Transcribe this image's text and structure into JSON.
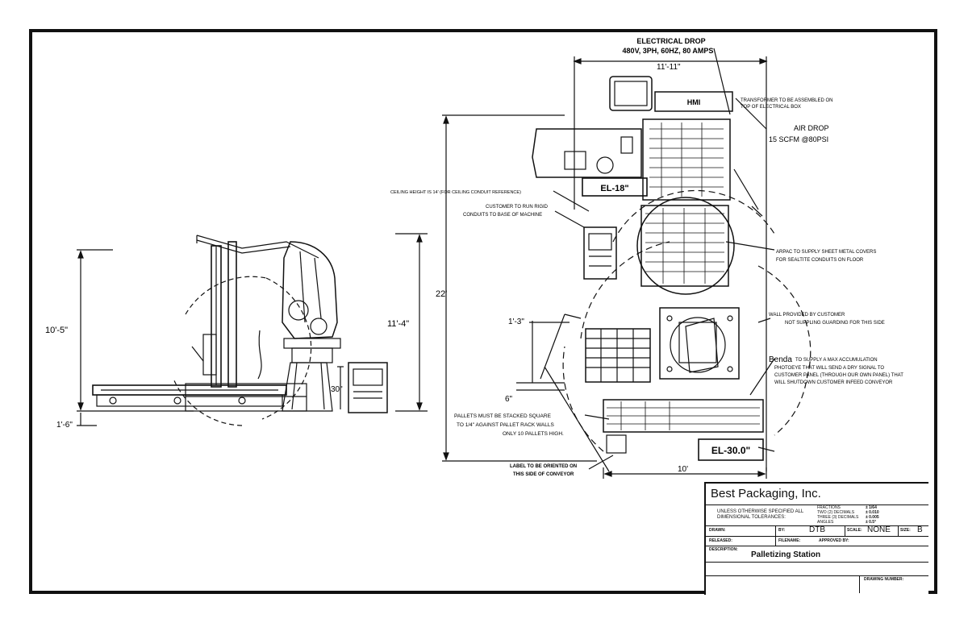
{
  "side_view": {
    "dim_height_left": "10'-5\"",
    "dim_height_right": "11'-4\"",
    "dim_base": "1'-6\"",
    "dim_conveyor": "30\""
  },
  "plan_view": {
    "electrical_drop_line1": "ELECTRICAL DROP",
    "electrical_drop_line2": "480V, 3PH, 60HZ, 80 AMPS",
    "dim_width_top": "11'-11\"",
    "hmi": "HMI",
    "transformer_note_line1": "TRANSFORMER TO BE ASSEMBLED ON",
    "transformer_note_line2": "TOP OF ELECTRICAL BOX",
    "air_drop_line1": "AIR DROP",
    "air_drop_line2": "15 SCFM @80PSI",
    "el_18": "EL-18\"",
    "ceiling_note": "CEILING HEIGHT IS 14' (FOR CEILING CONDUIT REFERENCE)",
    "customer_note_line1": "CUSTOMER TO RUN RIGID",
    "customer_note_line2": "CONDUITS TO BASE OF MACHINE",
    "dim_length": "22'",
    "arpac_note_line1": "ARPAC TO SUPPLY SHEET METAL COVERS",
    "arpac_note_line2": "FOR SEALTITE CONDUITS ON FLOOR",
    "dim_1_3": "1'-3\"",
    "wall_note_line1": "WALL PROVIDED BY CUSTOMER",
    "wall_note_line2": "NOT SUPPLING GUARDING FOR THIS SIDE",
    "benda_word": "Benda",
    "benda_line1": "TO SUPPLY A MAX ACCUMULATION",
    "benda_line2": "PHOTOEYE THAT WILL SEND A DRY SIGNAL TO",
    "benda_line3": "CUSTOMER PANEL (THROUGH OUR OWN PANEL) THAT",
    "benda_line4": "WILL SHUTDOWN CUSTOMER INFEED CONVEYOR",
    "dim_6": "6\"",
    "pallets_line1": "PALLETS MUST BE STACKED SQUARE",
    "pallets_line2": "TO 1/4\" AGAINST PALLET RACK WALLS",
    "pallets_line3": "ONLY 10 PALLETS HIGH.",
    "el_30": "EL-30.0\"",
    "dim_10": "10'",
    "label_note_line1": "LABEL TO BE ORIENTED ON",
    "label_note_line2": "THIS SIDE OF CONVEYOR"
  },
  "title_block": {
    "company": "Best Packaging, Inc.",
    "tolerance_label": "UNLESS OTHERWISE SPECIFIED ALL DIMENSIONAL TOLERANCES:",
    "tol_rows": [
      {
        "name": "FRACTIONS",
        "value": "± 1/64"
      },
      {
        "name": "TWO (2) DECIMALS",
        "value": "± 0.010"
      },
      {
        "name": "THREE (3) DECIMALS",
        "value": "± 0.005"
      },
      {
        "name": "ANGLES",
        "value": "± 0.5°"
      }
    ],
    "drawn_label": "DRAWN:",
    "by_label": "BY:",
    "by_value": "DTB",
    "scale_label": "SCALE:",
    "scale_value": "NONE",
    "size_label": "SIZE:",
    "size_value": "B",
    "released_label": "RELEASED:",
    "filename_label": "FILENAME:",
    "approved_label": "APPROVED BY:",
    "description_label": "DESCRIPTION:",
    "description_value": "Palletizing Station",
    "drawing_number_label": "DRAWING NUMBER:"
  }
}
